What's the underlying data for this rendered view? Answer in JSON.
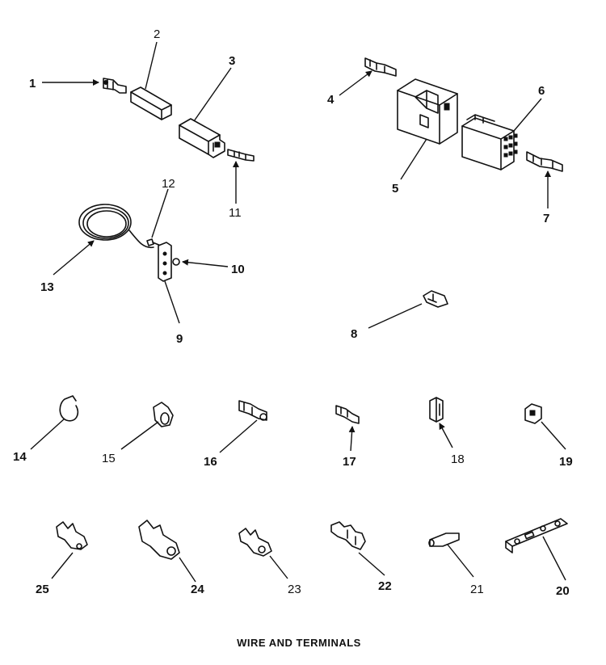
{
  "header_fragment": "",
  "caption": "WIRE AND TERMINALS",
  "callouts": {
    "n1": "1",
    "n2": "2",
    "n3": "3",
    "n4": "4",
    "n5": "5",
    "n6": "6",
    "n7": "7",
    "n8": "8",
    "n9": "9",
    "n10": "10",
    "n11": "11",
    "n12": "12",
    "n13": "13",
    "n14": "14",
    "n15": "15",
    "n16": "16",
    "n17": "17",
    "n18": "18",
    "n19": "19",
    "n20": "20",
    "n21": "21",
    "n22": "22",
    "n23": "23",
    "n24": "24",
    "n25": "25"
  }
}
